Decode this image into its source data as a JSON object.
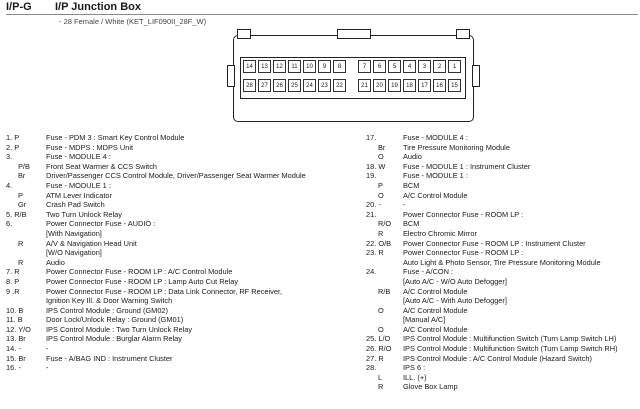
{
  "header": {
    "code": "I/P-G",
    "title": "I/P Junction Box",
    "subtitle": "- 28 Female / White (KET_LIF090II_28F_W)"
  },
  "connector": {
    "top_row": [
      "14",
      "13",
      "12",
      "11",
      "10",
      "9",
      "8",
      "7",
      "6",
      "5",
      "4",
      "3",
      "2",
      "1"
    ],
    "bottom_row": [
      "28",
      "27",
      "26",
      "25",
      "24",
      "23",
      "22",
      "21",
      "20",
      "19",
      "18",
      "17",
      "16",
      "15"
    ]
  },
  "left_rows": [
    {
      "num": "1. P",
      "wire": "",
      "desc": "Fuse - PDM 3 : Smart Key Control Module"
    },
    {
      "num": "2. P",
      "wire": "",
      "desc": "Fuse - MDPS : MDPS Unit"
    },
    {
      "num": "3.",
      "wire": "",
      "desc": "Fuse - MODULE 4 :"
    },
    {
      "num": "",
      "wire": "P/B",
      "desc": "Front Seat Warmer & CCS Switch"
    },
    {
      "num": "",
      "wire": "Br",
      "desc": "Driver/Passenger CCS Control Module, Driver/Passenger Seat Warmer Module"
    },
    {
      "num": "4.",
      "wire": "",
      "desc": "Fuse - MODULE 1 :"
    },
    {
      "num": "",
      "wire": "P",
      "desc": "ATM Lever Indicator"
    },
    {
      "num": "",
      "wire": "Gr",
      "desc": "Crash Pad Switch"
    },
    {
      "num": "5. R/B",
      "wire": "",
      "desc": "Two Turn Unlock Relay"
    },
    {
      "num": "6.",
      "wire": "",
      "desc": "Power Connector Fuse - AUDIO :"
    },
    {
      "num": "",
      "wire": "",
      "desc": "[With Navigation]"
    },
    {
      "num": "",
      "wire": "R",
      "desc": "A/V & Navigation Head Unit"
    },
    {
      "num": "",
      "wire": "",
      "desc": "[W/O Navigation]"
    },
    {
      "num": "",
      "wire": "R",
      "desc": "Audio"
    },
    {
      "num": "7. R",
      "wire": "",
      "desc": "Power Connector Fuse - ROOM LP : A/C Control Module"
    },
    {
      "num": "8. P",
      "wire": "",
      "desc": "Power Connector Fuse - ROOM LP : Lamp Auto Cut Relay"
    },
    {
      "num": "9 .R",
      "wire": "",
      "desc": "Power Connector Fuse - ROOM LP : Data Link Connector, RF Receiver,"
    },
    {
      "num": "",
      "wire": "",
      "desc": "Ignition Key Ill. & Door Warning Switch"
    },
    {
      "num": "10. B",
      "wire": "",
      "desc": "IPS Control Module : Ground (GM02)"
    },
    {
      "num": "11. B",
      "wire": "",
      "desc": "Door Lock/Unlock Relay : Ground (GM01)"
    },
    {
      "num": "12. Y/O",
      "wire": "",
      "desc": "IPS Control Module : Two Turn Unlock Relay"
    },
    {
      "num": "13. Br",
      "wire": "",
      "desc": "IPS Control Module : Burglar Alarm Relay"
    },
    {
      "num": "14. -",
      "wire": "",
      "desc": "-"
    },
    {
      "num": "15. Br",
      "wire": "",
      "desc": "Fuse - A/BAG IND : Instrument Cluster"
    },
    {
      "num": "16. -",
      "wire": "",
      "desc": "-"
    }
  ],
  "right_rows": [
    {
      "num": "17.",
      "wire": "",
      "desc": "Fuse - MODULE 4 :"
    },
    {
      "num": "",
      "wire": "Br",
      "desc": "Tire Pressure Monitoring Module"
    },
    {
      "num": "",
      "wire": "O",
      "desc": "Audio"
    },
    {
      "num": "18. W",
      "wire": "",
      "desc": "Fuse - MODULE 1 : Instrument Cluster"
    },
    {
      "num": "19.",
      "wire": "",
      "desc": "Fuse - MODULE 1 :"
    },
    {
      "num": "",
      "wire": "P",
      "desc": "BCM"
    },
    {
      "num": "",
      "wire": "O",
      "desc": "A/C Control Module"
    },
    {
      "num": "20. -",
      "wire": "",
      "desc": "-"
    },
    {
      "num": "21.",
      "wire": "",
      "desc": "Power Connector Fuse - ROOM LP :"
    },
    {
      "num": "",
      "wire": "R/O",
      "desc": "BCM"
    },
    {
      "num": "",
      "wire": "R",
      "desc": "Electro Chromic Mirror"
    },
    {
      "num": "22. O/B",
      "wire": "",
      "desc": "Power Connector Fuse - ROOM LP :  Instrument Cluster"
    },
    {
      "num": "23. R",
      "wire": "",
      "desc": "Power Connector Fuse - ROOM LP :"
    },
    {
      "num": "",
      "wire": "",
      "desc": "Auto Light & Photo Sensor, Tire Pressure Monitoring Module"
    },
    {
      "num": "24.",
      "wire": "",
      "desc": "Fuse - A/CON :"
    },
    {
      "num": "",
      "wire": "",
      "desc": "[Auto A/C - W/O Auto Defogger]"
    },
    {
      "num": "",
      "wire": "R/B",
      "desc": "A/C Control Module"
    },
    {
      "num": "",
      "wire": "",
      "desc": "[Auto A/C - With Auto Defogger]"
    },
    {
      "num": "",
      "wire": "O",
      "desc": "A/C Control Module"
    },
    {
      "num": "",
      "wire": "",
      "desc": "[Manual A/C]"
    },
    {
      "num": "",
      "wire": "O",
      "desc": "A/C Control Module"
    },
    {
      "num": "25. L/O",
      "wire": "",
      "desc": "IPS Control Module : Multifunction Switch (Turn Lamp Switch LH)"
    },
    {
      "num": "26. R/O",
      "wire": "",
      "desc": "IPS Control Module : Multifunction Switch (Turn Lamp Switch RH)"
    },
    {
      "num": "27. R",
      "wire": "",
      "desc": "IPS Control Module : A/C Control Module (Hazard Switch)"
    },
    {
      "num": "28.",
      "wire": "",
      "desc": "IPS 6 :"
    },
    {
      "num": "",
      "wire": "L",
      "desc": "ILL. (+)"
    },
    {
      "num": "",
      "wire": "R",
      "desc": "Glove Box Lamp"
    }
  ]
}
